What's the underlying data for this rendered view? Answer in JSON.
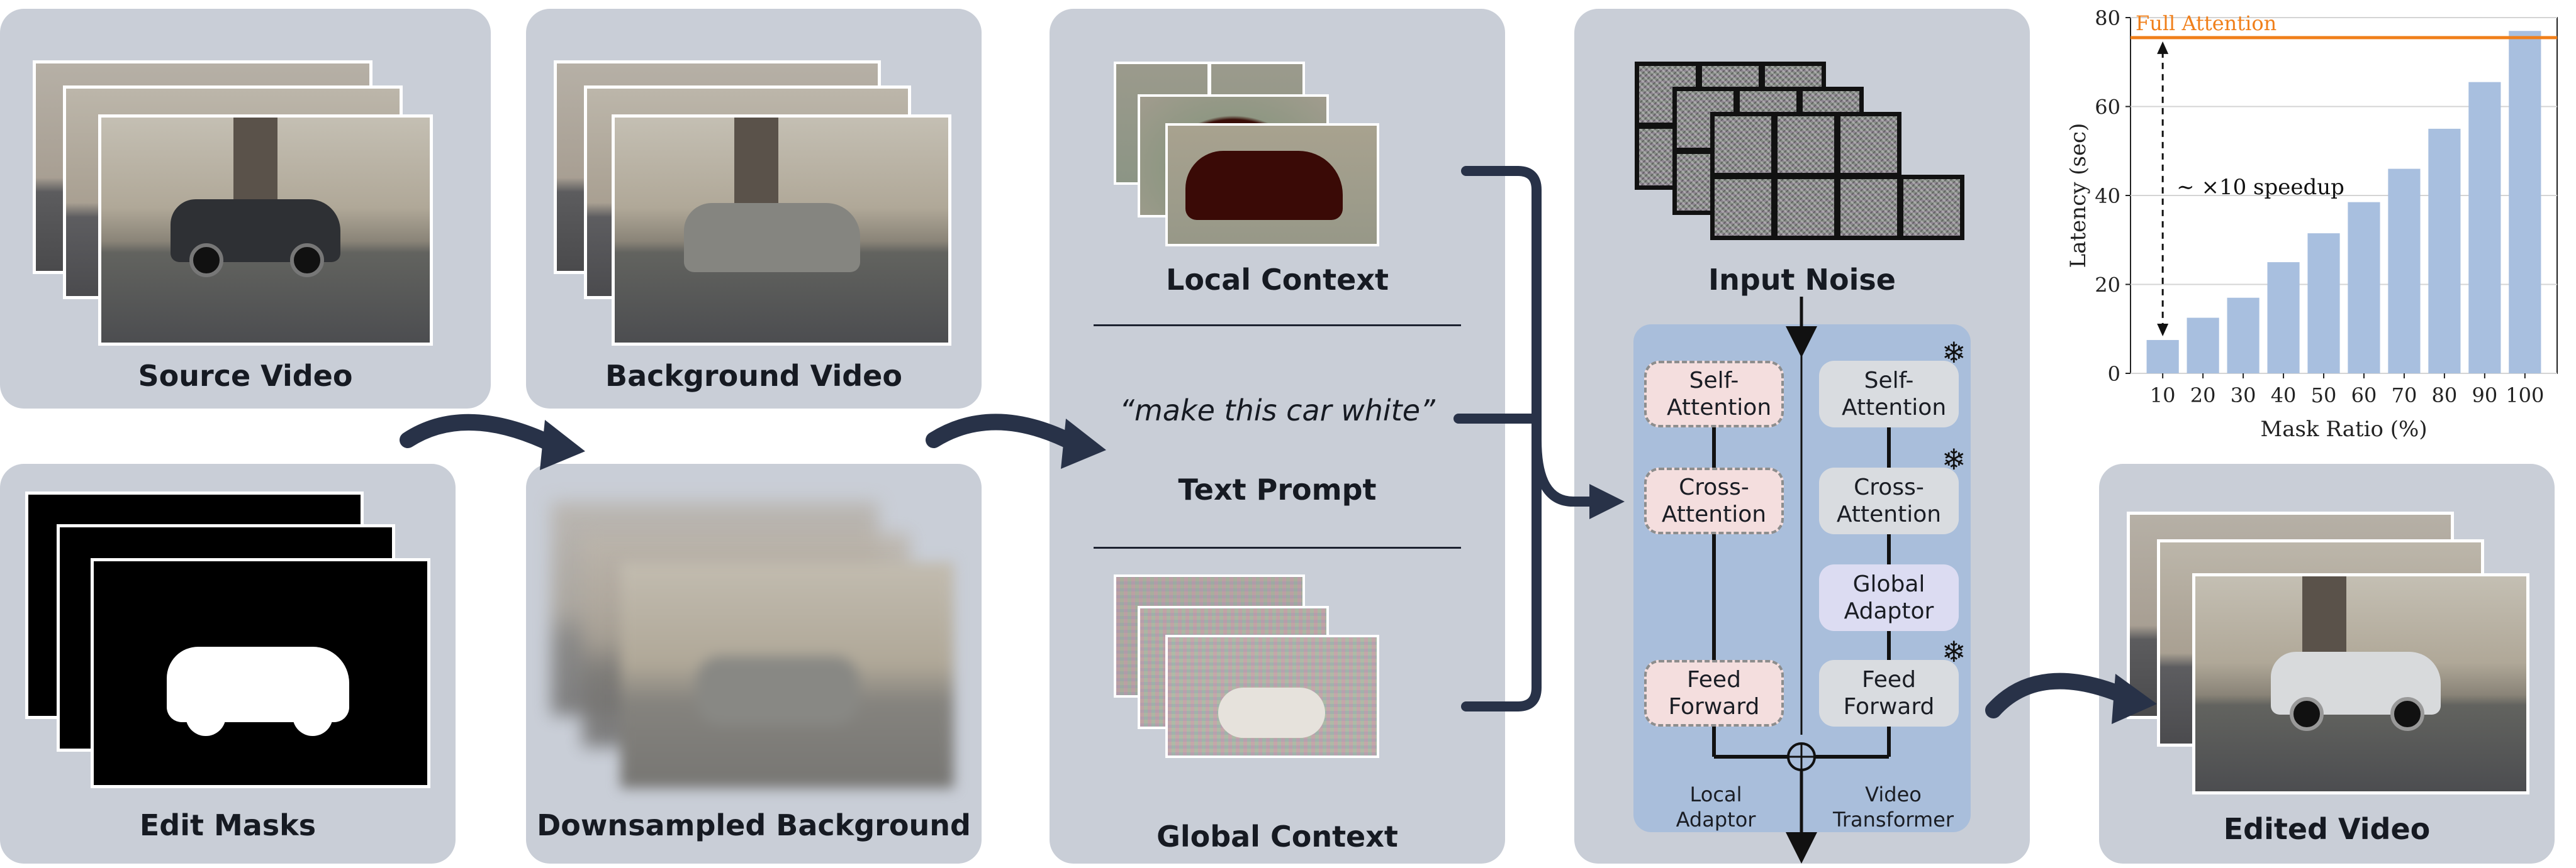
{
  "panels": {
    "source_video": "Source Video",
    "background_video": "Background Video",
    "edit_masks": "Edit Masks",
    "downsampled_background": "Downsampled Background",
    "local_context": "Local Context",
    "text_prompt_quote": "“make this car white”",
    "text_prompt": "Text Prompt",
    "global_context": "Global Context",
    "input_noise": "Input Noise",
    "edited_video": "Edited Video"
  },
  "architecture": {
    "local_modules": [
      "Self-Attention",
      "Cross-Attention",
      "Feed Forward"
    ],
    "video_modules": [
      "Self-Attention",
      "Cross-Attention",
      "Global Adaptor",
      "Feed Forward"
    ],
    "local_label": "Local Adaptor",
    "video_label": "Video Transformer",
    "frozen_symbol": "❄"
  },
  "colors": {
    "panel": "#c9ced7",
    "arch_bg": "#a9bedb",
    "arrow": "#283248",
    "bar": "#a8bfdf",
    "full_attention_line": "#f07f1a"
  },
  "chart_data": {
    "type": "bar",
    "categories": [
      "10",
      "20",
      "30",
      "40",
      "50",
      "60",
      "70",
      "80",
      "90",
      "100"
    ],
    "values": [
      7.5,
      12.5,
      17,
      25,
      31.5,
      38.5,
      46,
      55,
      65.5,
      77
    ],
    "xlabel": "Mask Ratio (%)",
    "ylabel": "Latency (sec)",
    "yticks": [
      0,
      20,
      40,
      60,
      80
    ],
    "ylim": [
      0,
      80
    ],
    "reference_line": {
      "label": "Full Attention",
      "value": 75.5
    },
    "annotation": "∼ ×10 speedup",
    "grid": "horizontal"
  }
}
